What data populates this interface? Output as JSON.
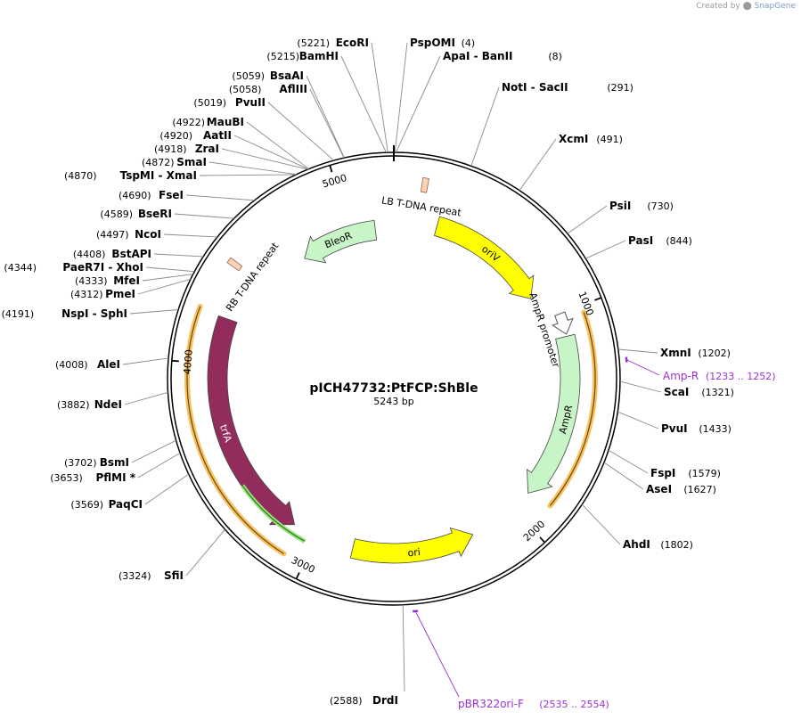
{
  "credit": {
    "prefix": "Created by",
    "brand": "SnapGene"
  },
  "map": {
    "name": "pICH47732:PtFCP:ShBle",
    "length_label": "5243 bp",
    "length": 5243,
    "colors": {
      "backbone": "#000000",
      "leader": "#8a8a8a",
      "primer": "#9b30d9",
      "yellow": "#ffff00",
      "green_light": "#c8f5c8",
      "maroon": "#922c5c",
      "orange_glow": "#f5b13c",
      "tdna": "#f9d4b8"
    }
  },
  "tick_marks": [
    {
      "pos": 1000,
      "label": "1000"
    },
    {
      "pos": 2000,
      "label": "2000"
    },
    {
      "pos": 3000,
      "label": "3000"
    },
    {
      "pos": 4000,
      "label": "4000"
    },
    {
      "pos": 5000,
      "label": "5000"
    }
  ],
  "enzymes": [
    {
      "name": "EcoRI",
      "pos": 5221,
      "pos_label": "(5221)"
    },
    {
      "name": "BamHI",
      "pos": 5215,
      "pos_label": "(5215)"
    },
    {
      "name": "PspOMI",
      "pos": 4,
      "pos_label": "(4)"
    },
    {
      "name": "ApaI  -  BanII",
      "pos": 8,
      "pos_label": "(8)"
    },
    {
      "name": "NotI  -  SacII",
      "pos": 291,
      "pos_label": "(291)"
    },
    {
      "name": "XcmI",
      "pos": 491,
      "pos_label": "(491)"
    },
    {
      "name": "PsiI",
      "pos": 730,
      "pos_label": "(730)"
    },
    {
      "name": "PasI",
      "pos": 844,
      "pos_label": "(844)"
    },
    {
      "name": "XmnI",
      "pos": 1202,
      "pos_label": "(1202)"
    },
    {
      "name": "ScaI",
      "pos": 1321,
      "pos_label": "(1321)"
    },
    {
      "name": "PvuI",
      "pos": 1433,
      "pos_label": "(1433)"
    },
    {
      "name": "FspI",
      "pos": 1579,
      "pos_label": "(1579)"
    },
    {
      "name": "AseI",
      "pos": 1627,
      "pos_label": "(1627)"
    },
    {
      "name": "AhdI",
      "pos": 1802,
      "pos_label": "(1802)"
    },
    {
      "name": "DrdI",
      "pos": 2588,
      "pos_label": "(2588)"
    },
    {
      "name": "SfiI",
      "pos": 3324,
      "pos_label": "(3324)"
    },
    {
      "name": "PaqCI",
      "pos": 3569,
      "pos_label": "(3569)"
    },
    {
      "name": "PflMI *",
      "pos": 3653,
      "pos_label": "(3653)"
    },
    {
      "name": "BsmI",
      "pos": 3702,
      "pos_label": "(3702)"
    },
    {
      "name": "NdeI",
      "pos": 3882,
      "pos_label": "(3882)"
    },
    {
      "name": "AleI",
      "pos": 4008,
      "pos_label": "(4008)"
    },
    {
      "name": "NspI  -  SphI",
      "pos": 4191,
      "pos_label": "(4191)"
    },
    {
      "name": "PmeI",
      "pos": 4312,
      "pos_label": "(4312)"
    },
    {
      "name": "MfeI",
      "pos": 4333,
      "pos_label": "(4333)"
    },
    {
      "name": "PaeR7I  -  XhoI",
      "pos": 4344,
      "pos_label": "(4344)"
    },
    {
      "name": "BstAPI",
      "pos": 4408,
      "pos_label": "(4408)"
    },
    {
      "name": "NcoI",
      "pos": 4497,
      "pos_label": "(4497)"
    },
    {
      "name": "BseRI",
      "pos": 4589,
      "pos_label": "(4589)"
    },
    {
      "name": "FseI",
      "pos": 4690,
      "pos_label": "(4690)"
    },
    {
      "name": "TspMI  -  XmaI",
      "pos": 4870,
      "pos_label": "(4870)"
    },
    {
      "name": "SmaI",
      "pos": 4872,
      "pos_label": "(4872)"
    },
    {
      "name": "ZraI",
      "pos": 4918,
      "pos_label": "(4918)"
    },
    {
      "name": "AatII",
      "pos": 4920,
      "pos_label": "(4920)"
    },
    {
      "name": "MauBI",
      "pos": 4922,
      "pos_label": "(4922)"
    },
    {
      "name": "PvuII",
      "pos": 5019,
      "pos_label": "(5019)"
    },
    {
      "name": "AflIII",
      "pos": 5058,
      "pos_label": "(5058)"
    },
    {
      "name": "BsaAI",
      "pos": 5059,
      "pos_label": "(5059)"
    }
  ],
  "primers": [
    {
      "name": "Amp-R",
      "range": "(1233 .. 1252)",
      "start": 1233,
      "end": 1252
    },
    {
      "name": "pBR322ori-F",
      "range": "(2535 .. 2554)",
      "start": 2535,
      "end": 2554
    }
  ],
  "features": [
    {
      "name": "LB T-DNA repeat",
      "start": 120,
      "end": 145,
      "kind": "tdna"
    },
    {
      "name": "oriV",
      "start": 230,
      "end": 870,
      "kind": "yellow",
      "direction": "cw"
    },
    {
      "name": "AmpR promoter",
      "start": 1000,
      "end": 1100,
      "kind": "promoter",
      "direction": "cw"
    },
    {
      "name": "AmpR",
      "start": 1110,
      "end": 1900,
      "kind": "green",
      "direction": "cw"
    },
    {
      "name": "ori",
      "start": 2230,
      "end": 2820,
      "kind": "yellow",
      "direction": "ccw"
    },
    {
      "name": "trfA",
      "start": 3120,
      "end": 4220,
      "kind": "maroon",
      "direction": "ccw"
    },
    {
      "name": "RB T-DNA repeat",
      "start": 4440,
      "end": 4465,
      "kind": "tdna"
    },
    {
      "name": "BleoR",
      "start": 4710,
      "end": 5140,
      "kind": "green",
      "direction": "ccw"
    }
  ]
}
